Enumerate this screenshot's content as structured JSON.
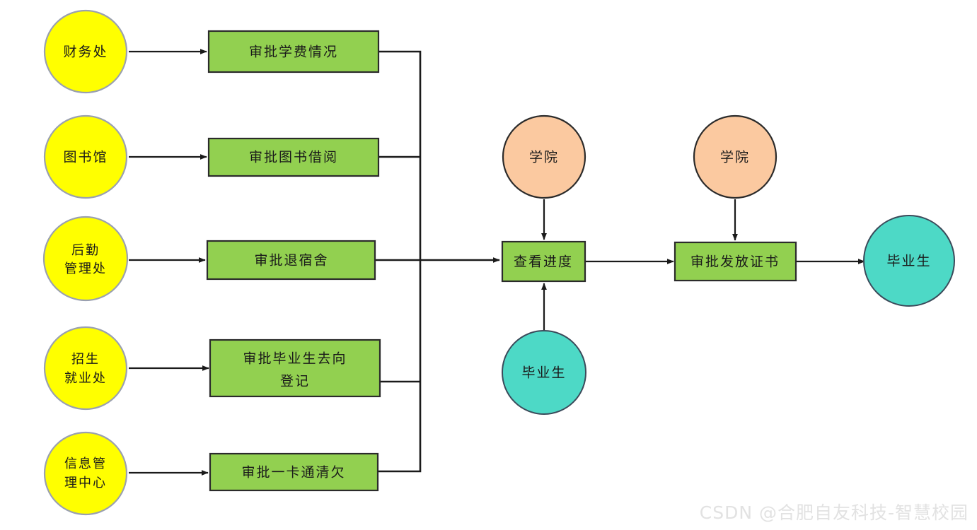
{
  "diagram": {
    "type": "flowchart",
    "title": "",
    "background": "#ffffff",
    "colors": {
      "department_circle_fill": "#FFFF00",
      "department_circle_stroke": "#9aa0b0",
      "process_box_fill": "#92D050",
      "process_box_stroke": "#2b2b2b",
      "college_circle_fill": "#FBC9A0",
      "college_circle_stroke": "#2b2b2b",
      "graduate_circle_fill": "#4DD9C6",
      "graduate_circle_stroke": "#2b3a4a",
      "edge_color": "#1a1a1a"
    },
    "departments": [
      {
        "id": "dept-finance",
        "label": "财务处",
        "lines": [
          "财务处"
        ]
      },
      {
        "id": "dept-library",
        "label": "图书馆",
        "lines": [
          "图书馆"
        ]
      },
      {
        "id": "dept-logistics",
        "label": "后勤管理处",
        "lines": [
          "后勤",
          "管理处"
        ]
      },
      {
        "id": "dept-career",
        "label": "招生就业处",
        "lines": [
          "招生",
          "就业处"
        ]
      },
      {
        "id": "dept-infocenter",
        "label": "信息管理中心",
        "lines": [
          "信息管",
          "理中心"
        ]
      }
    ],
    "approval_steps": [
      {
        "id": "step-tuition",
        "label": "审批学费情况",
        "lines": [
          "审批学费情况"
        ]
      },
      {
        "id": "step-books",
        "label": "审批图书借阅",
        "lines": [
          "审批图书借阅"
        ]
      },
      {
        "id": "step-dorm",
        "label": "审批退宿舍",
        "lines": [
          "审批退宿舍"
        ]
      },
      {
        "id": "step-placement",
        "label": "审批毕业生去向登记",
        "lines": [
          "审批毕业生去向",
          "登记"
        ]
      },
      {
        "id": "step-card",
        "label": "审批一卡通清欠",
        "lines": [
          "审批一卡通清欠"
        ]
      }
    ],
    "flow_nodes": [
      {
        "id": "node-college-1",
        "label": "学院",
        "kind": "college"
      },
      {
        "id": "node-college-2",
        "label": "学院",
        "kind": "college"
      },
      {
        "id": "node-progress",
        "label": "查看进度",
        "kind": "process"
      },
      {
        "id": "node-issue-cert",
        "label": "审批发放证书",
        "kind": "process"
      },
      {
        "id": "node-graduate-in",
        "label": "毕业生",
        "kind": "graduate"
      },
      {
        "id": "node-graduate-out",
        "label": "毕业生",
        "kind": "graduate"
      }
    ],
    "edges": [
      {
        "from": "dept-finance",
        "to": "step-tuition",
        "arrow": true
      },
      {
        "from": "dept-library",
        "to": "step-books",
        "arrow": true
      },
      {
        "from": "dept-logistics",
        "to": "step-dorm",
        "arrow": true
      },
      {
        "from": "dept-career",
        "to": "step-placement",
        "arrow": true
      },
      {
        "from": "dept-infocenter",
        "to": "step-card",
        "arrow": true
      },
      {
        "from": "step-tuition",
        "to": "bus",
        "arrow": false
      },
      {
        "from": "step-books",
        "to": "bus",
        "arrow": false
      },
      {
        "from": "step-dorm",
        "to": "node-progress",
        "arrow": true
      },
      {
        "from": "step-placement",
        "to": "bus",
        "arrow": false
      },
      {
        "from": "step-card",
        "to": "bus",
        "arrow": false
      },
      {
        "from": "node-college-1",
        "to": "node-progress",
        "arrow": true
      },
      {
        "from": "node-graduate-in",
        "to": "node-progress",
        "arrow": true
      },
      {
        "from": "node-progress",
        "to": "node-issue-cert",
        "arrow": true
      },
      {
        "from": "node-college-2",
        "to": "node-issue-cert",
        "arrow": true
      },
      {
        "from": "node-issue-cert",
        "to": "node-graduate-out",
        "arrow": true
      }
    ]
  },
  "watermark": {
    "text": "CSDN @合肥自友科技-智慧校园"
  }
}
